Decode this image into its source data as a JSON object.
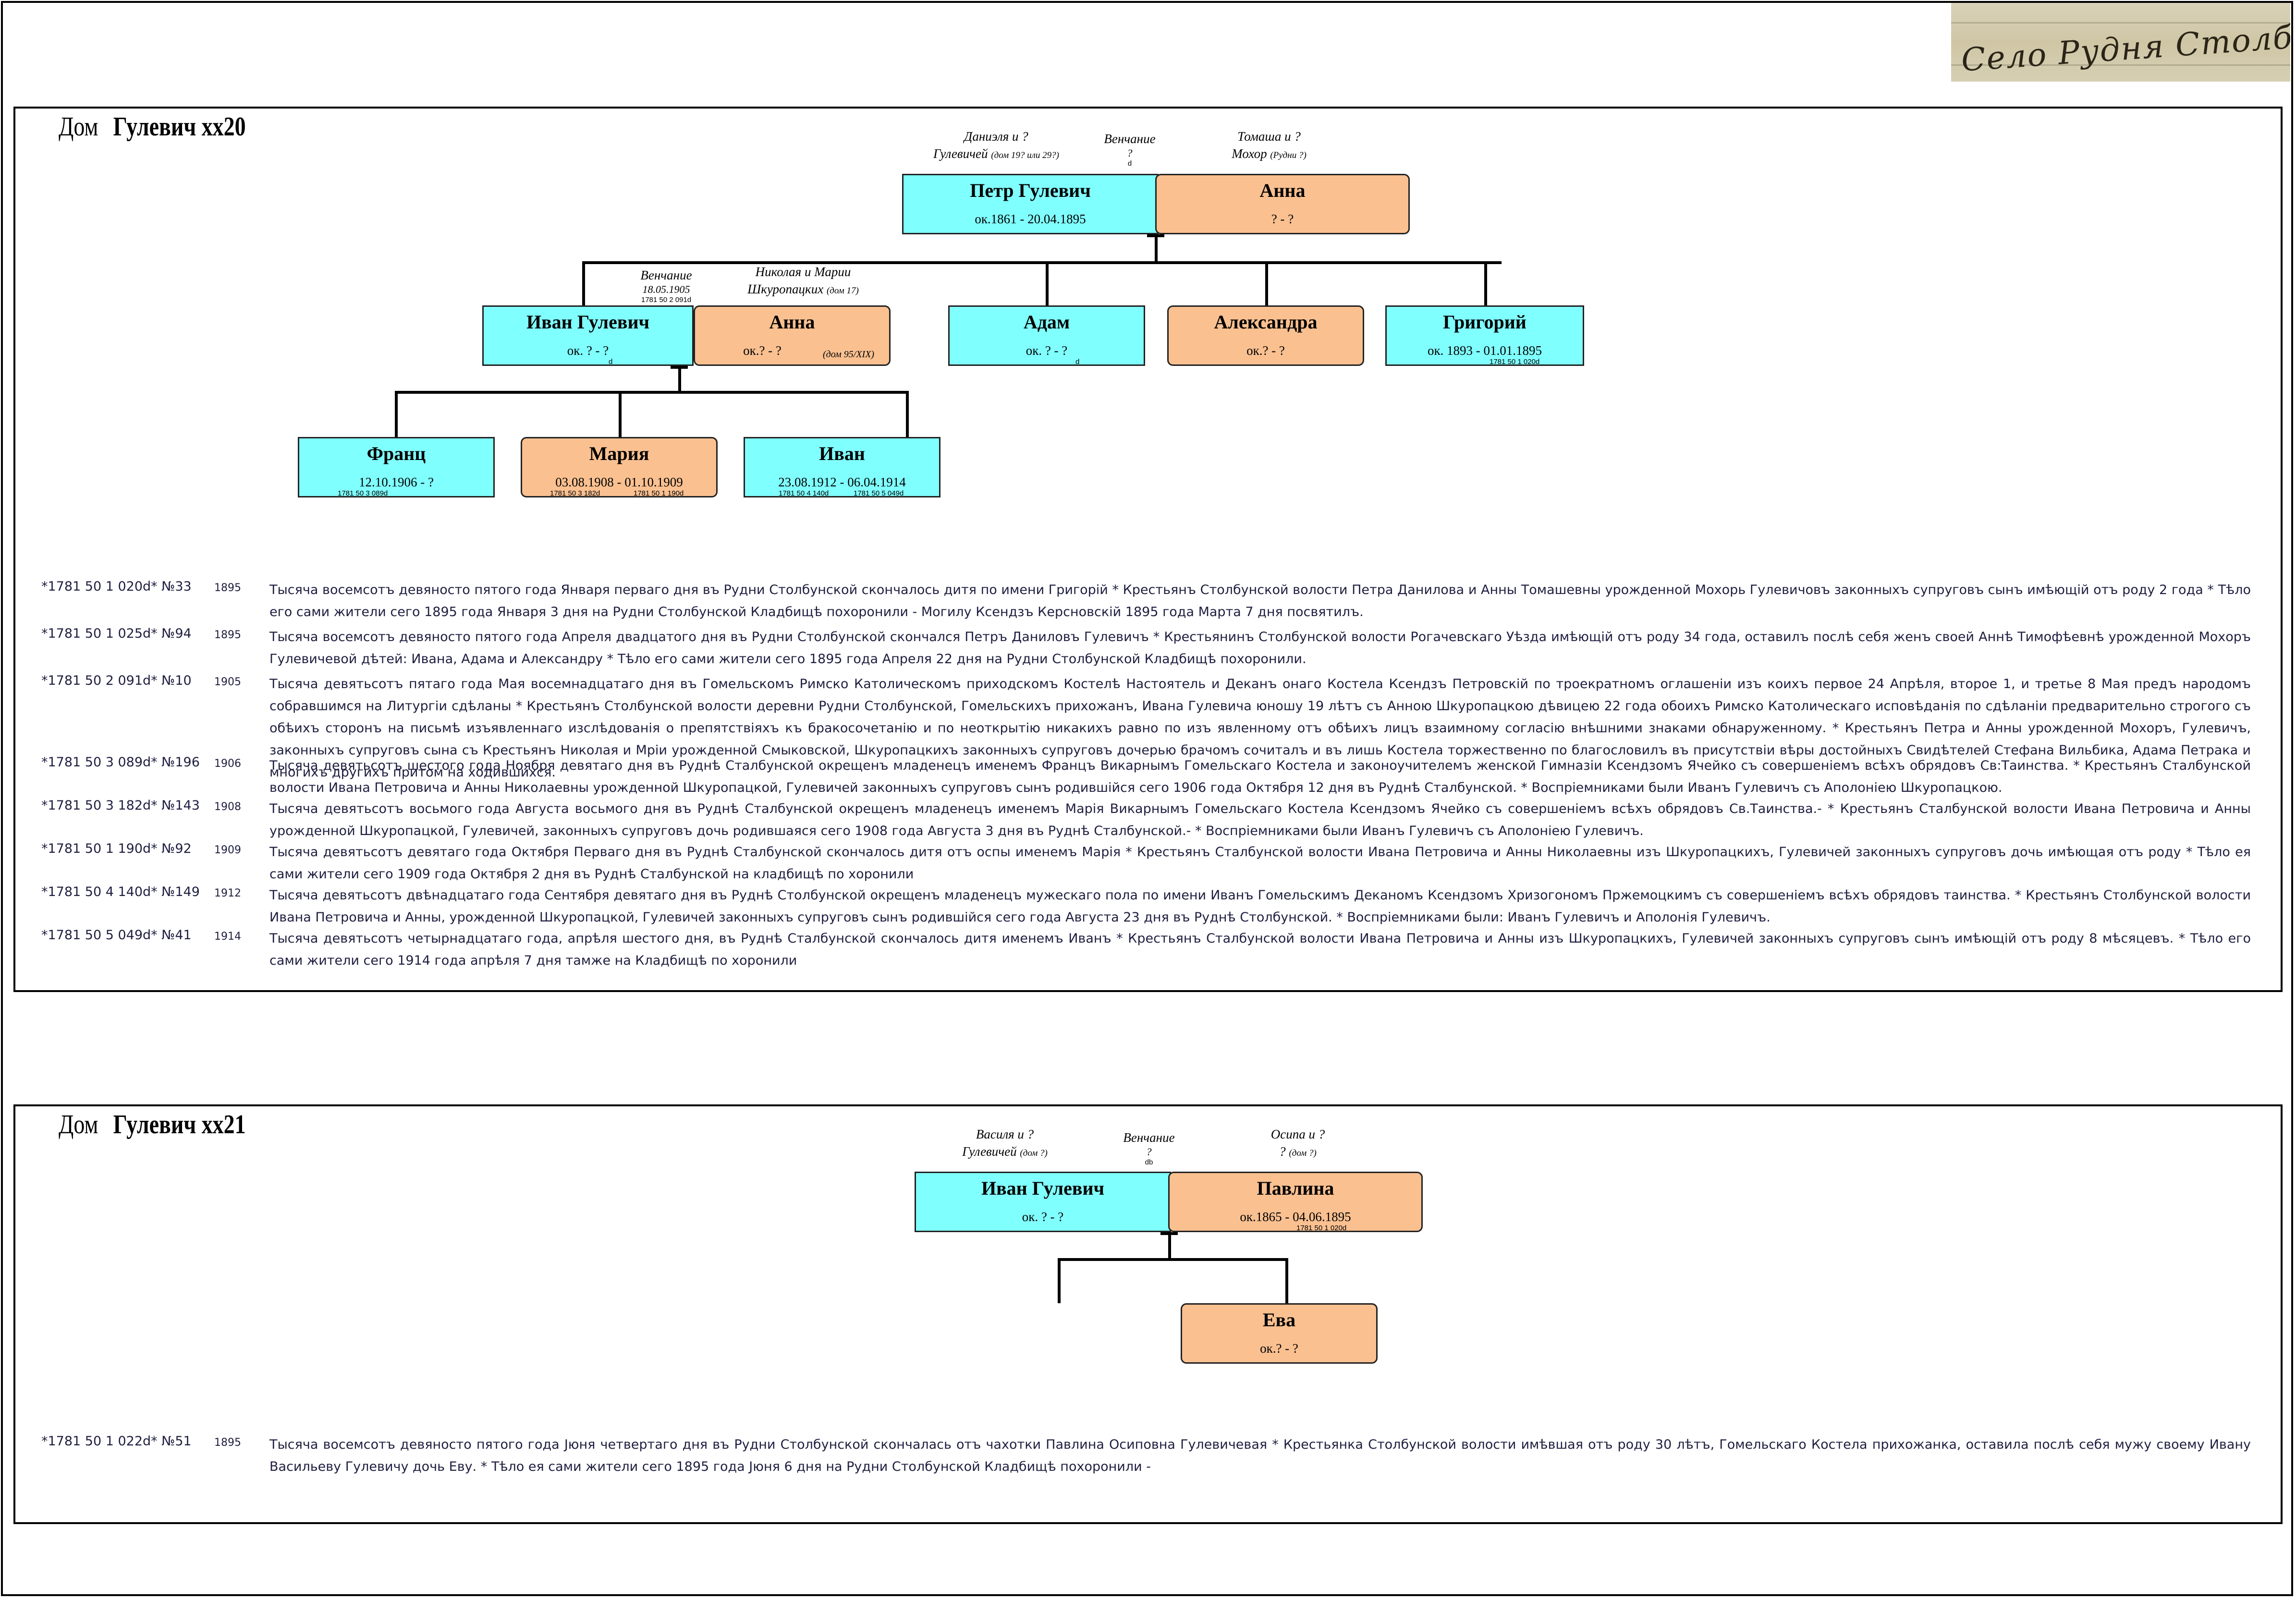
{
  "stamp": {
    "text": "Село Рудня Столбунская"
  },
  "colors": {
    "male": "#80ffff",
    "female": "#fac090",
    "record_text": "#1e1e40"
  },
  "houses": [
    {
      "label": "Дом",
      "name": "Гулевич xx20",
      "parents_left": {
        "line1": "Даниэля и ?",
        "line2": "Гулевичей",
        "line2_small": "(дом 19? или 29?)"
      },
      "parents_right": {
        "line1": "Томаша и ?",
        "line2": "Мохор",
        "line2_small": "(Рудни ?)"
      },
      "wedding_top": {
        "label": "Венчание",
        "date": "?",
        "ref": "d"
      },
      "wedding_ivan": {
        "label": "Венчание",
        "date": "18.05.1905",
        "ref": "1781 50 2 091d"
      },
      "anna2_parents": {
        "line1": "Николая и Марии",
        "line2": "Шкуропацких",
        "line2_small": "(дом 17)"
      },
      "persons": {
        "petr": {
          "name": "Петр Гулевич",
          "dates": "ок.1861 - 20.04.1895"
        },
        "anna1": {
          "name": "Анна",
          "dates": "? - ?"
        },
        "ivan": {
          "name": "Иван Гулевич",
          "dates": "ок. ? - ?",
          "ref": "d"
        },
        "anna2": {
          "name": "Анна",
          "dates": "ок.? - ?",
          "note": "(дом 95/XIX)"
        },
        "adam": {
          "name": "Адам",
          "dates": "ок. ? - ?",
          "ref": "d"
        },
        "alexandra": {
          "name": "Александра",
          "dates": "ок.? - ?"
        },
        "grigoriy": {
          "name": "Григорий",
          "dates": "ок. 1893 - 01.01.1895",
          "ref": "1781 50 1 020d"
        },
        "franc": {
          "name": "Франц",
          "dates": "12.10.1906 - ?",
          "ref": "1781 50 3 089d"
        },
        "maria": {
          "name": "Мария",
          "dates": "03.08.1908 - 01.10.1909",
          "ref1": "1781 50 3 182d",
          "ref2": "1781 50 1 190d"
        },
        "ivan2": {
          "name": "Иван",
          "dates": "23.08.1912 - 06.04.1914",
          "ref1": "1781 50 4 140d",
          "ref2": "1781 50 5 049d"
        }
      },
      "records": [
        {
          "ref": "*1781 50 1 020d* №33",
          "year": "1895",
          "text": "Тысяча восемсотъ девяносто пятого года Января перваго дня въ Рудни Столбунской скончалось дитя по имени Григорій * Крестьянъ Столбунской волости Петра Данилова и Анны Томашевны урожденной Мохорь Гулевичовъ законныхъ супруговъ сынъ имѣющій отъ роду 2 года * Тѣло его сами жители сего 1895 года Января 3 дня на Рудни Столбунской Кладбищѣ похоронили - Могилу Ксендзъ Керсновскій 1895 года Марта 7 дня посвятилъ."
        },
        {
          "ref": "*1781 50 1 025d* №94",
          "year": "1895",
          "text": "Тысяча восемсотъ девяносто пятого года Апреля двадцатого дня въ Рудни Столбунской скончался Петръ Даниловъ Гулевичъ * Крестьянинъ Столбунской волости Рогачевскаго Уѣзда имѣющій отъ роду 34 года, оставилъ послѣ себя женъ своей Аннѣ Тимофѣевнѣ урожденной Мохоръ Гулевичевой дѣтей: Ивана, Адама и Александру * Тѣло его сами жители сего 1895 года Апреля 22 дня на Рудни Столбунской Кладбищѣ похоронили."
        },
        {
          "ref": "*1781 50 2 091d* №10",
          "year": "1905",
          "text": "Тысяча девятьсотъ пятаго года Мая восемнадцатаго дня въ Гомельскомъ Римско Католическомъ приходскомъ Костелѣ Настоятель и Деканъ онаго Костела Ксендзъ Петровскій по троекратномъ оглашеніи изъ коихъ первое 24 Апрѣля, второе 1, и третье 8 Мая предъ народомъ собравшимся на Литургіи сдѣланы * Крестьянъ Столбунской волости деревни Рудни Столбунской, Гомельскихъ прихожанъ, Ивана Гулевича юношу 19 лѣтъ съ Анною Шкуропацкою дѣвицею 22 года обоихъ Римско Католическаго исповѣданія по сдѣланіи предварительно строгого съ обѣихъ сторонъ на письмѣ изъявленнаго изслѣдованія о препятствіяхъ къ бракосочетанію и по неоткрытію никакихъ равно по изъ явленному отъ обѣихъ лицъ взаимному согласію внѣшними знаками обнаруженному. * Крестьянъ Петра и Анны урожденной Мохоръ, Гулевичъ, законныхъ супруговъ сына съ Крестьянъ Николая и Мріи урожденной Смыковской, Шкуропацкихъ законныхъ супруговъ дочерью брачомъ сочиталъ и въ лишь Костела торжественно по благословилъ въ присутствіи вѣры достойныхъ Свидѣтелей Стефана Вильбика, Адама Петрака и многихъ другихъ притом на ходившихся."
        },
        {
          "ref": "*1781 50 3 089d* №196",
          "year": "1906",
          "text": "Тысяча девятьсотъ шестого года Ноября девятаго дня въ Руднѣ Сталбунской окрещенъ младенецъ именемъ Францъ Викарнымъ Гомельскаго Костела и законоучителемъ женской Гимназіи Ксендзомъ Ячейко съ совершеніемъ всѣхъ обрядовъ Св:Таинства. * Крестьянъ Сталбунской волости Ивана Петровича и Анны Николаевны урожденной Шкуропацкой, Гулевичей законныхъ супруговъ сынъ родившійся сего 1906 года Октября 12 дня въ Руднѣ Сталбунской. * Воспріемниками были Иванъ Гулевичъ съ Аполоніею Шкуропацкою."
        },
        {
          "ref": "*1781 50 3 182d* №143",
          "year": "1908",
          "text": "Тысяча девятьсотъ восьмого года Августа восьмого дня въ Руднѣ Сталбунской окрещенъ младенецъ именемъ Марія Викарнымъ Гомельскаго Костела Ксендзомъ Ячейко съ совершеніемъ всѣхъ обрядовъ Св.Таинства.- * Крестьянъ Сталбунской волости Ивана Петровича и Анны урожденной Шкуропацкой, Гулевичей, законныхъ супруговъ дочь родившаяся сего 1908 года Августа 3 дня въ Руднѣ Сталбунской.- * Воспріемниками были Иванъ Гулевичъ съ Аполоніею Гулевичъ."
        },
        {
          "ref": "*1781 50 1 190d* №92",
          "year": "1909",
          "text": "Тысяча девятьсотъ девятаго года Октября Перваго дня въ Руднѣ Сталбунской скончалось дитя отъ оспы именемъ Марія * Крестьянъ Сталбунской волости Ивана Петровича и Анны Николаевны изъ Шкуропацкихъ, Гулевичей законныхъ супруговъ дочь имѣющая отъ роду * Тѣло ея сами жители сего 1909 года Октября 2 дня въ Руднѣ Сталбунской на кладбищѣ по хоронили"
        },
        {
          "ref": "*1781 50 4 140d* №149",
          "year": "1912",
          "text": "Тысяча девятьсотъ двѣнадцатаго года Сентября девятаго дня въ Руднѣ Столбунской окрещенъ младенецъ мужескаго пола по имени Иванъ Гомельскимъ Деканомъ Ксендзомъ Хризогономъ Пржемоцкимъ съ совершеніемъ всѣхъ обрядовъ таинства. * Крестьянъ Столбунской волости Ивана Петровича и Анны, урожденной Шкуропацкой, Гулевичей законныхъ супруговъ сынъ родившійся сего года Августа 23 дня въ Руднѣ Столбунской. * Воспріемниками были: Иванъ Гулевичъ и Аполонія Гулевичъ."
        },
        {
          "ref": "*1781 50 5 049d* №41",
          "year": "1914",
          "text": "Тысяча девятьсотъ четырнадцатаго года, апрѣля шестого дня, въ Руднѣ Сталбунской скончалось дитя именемъ Иванъ * Крестьянъ Сталбунской волости Ивана Петровича и Анны изъ Шкуропацкихъ, Гулевичей законныхъ супруговъ сынъ имѣющій отъ роду 8 мѣсяцевъ. * Тѣло его сами жители сего 1914 года апрѣля 7 дня тамже на Кладбищѣ по хоронили"
        }
      ]
    },
    {
      "label": "Дом",
      "name": "Гулевич xx21",
      "parents_left": {
        "line1": "Василя и ?",
        "line2": "Гулевичей",
        "line2_small": "(дом ?)"
      },
      "parents_right": {
        "line1": "Осипа и ?",
        "line2": "?",
        "line2_small": "(дом ?)"
      },
      "wedding": {
        "label": "Венчание",
        "date": "?",
        "ref": "db"
      },
      "persons": {
        "ivan": {
          "name": "Иван Гулевич",
          "dates": "ок. ? - ?"
        },
        "pavlina": {
          "name": "Павлина",
          "dates": "ок.1865 - 04.06.1895",
          "ref": "1781 50 1 020d"
        },
        "eva": {
          "name": "Ева",
          "dates": "ок.? - ?"
        }
      },
      "records": [
        {
          "ref": "*1781 50 1 022d* №51",
          "year": "1895",
          "text": "Тысяча восемсотъ девяносто пятого года Јюня четвертаго дня въ Рудни Столбунской скончалась отъ чахотки Павлина Осиповна Гулевичевая * Крестьянка Столбунской волости имѣвшая отъ роду 30 лѣтъ, Гомельскаго Костела прихожанка, оставила послѣ себя мужу своему Ивану Васильеву Гулевичу дочь Еву. * Тѣло ея сами жители сего 1895 года Јюня 6 дня на Рудни Столбунской Кладбищѣ похоронили -"
        }
      ]
    }
  ]
}
